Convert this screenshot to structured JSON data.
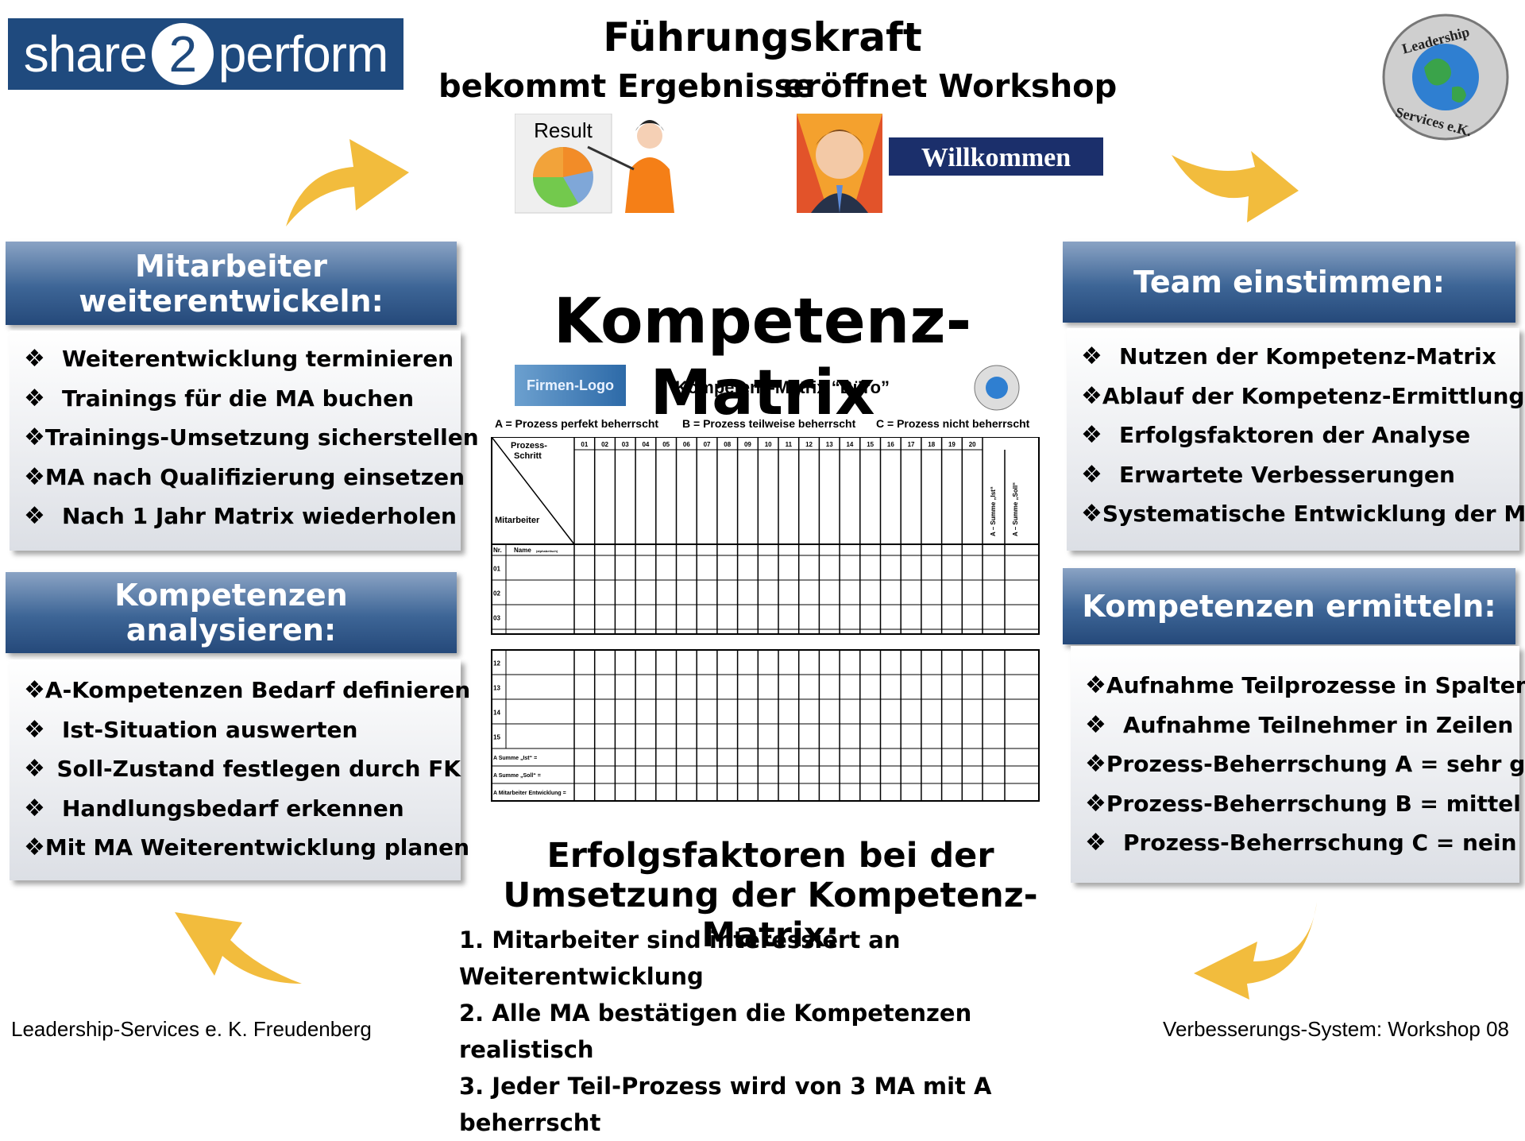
{
  "logo": {
    "left": "share",
    "circle": "2",
    "right": "perform"
  },
  "badge_text": "Leadership Services e.K.",
  "header": {
    "title": "Führungskraft",
    "left_sub": "bekommt Ergebnisse",
    "right_sub": "eröffnet Workshop",
    "result_label": "Result",
    "welcome_label": "Willkommen"
  },
  "boxes": {
    "top_left": {
      "title": "Mitarbeiter weiterentwickeln:",
      "items": [
        "Weiterentwicklung terminieren",
        "Trainings für die MA buchen",
        "Trainings-Umsetzung sicherstellen",
        "MA nach Qualifizierung einsetzen",
        "Nach 1 Jahr Matrix wiederholen"
      ]
    },
    "bottom_left": {
      "title": "Kompetenzen analysieren:",
      "items": [
        "A-Kompetenzen Bedarf definieren",
        "Ist-Situation auswerten",
        "Soll-Zustand festlegen durch FK",
        "Handlungsbedarf erkennen",
        "Mit MA Weiterentwicklung planen"
      ]
    },
    "top_right": {
      "title": "Team einstimmen:",
      "items": [
        "Nutzen der Kompetenz-Matrix",
        "Ablauf der Kompetenz-Ermittlung",
        "Erfolgsfaktoren der Analyse",
        "Erwartete Verbesserungen",
        "Systematische Entwicklung der MA"
      ]
    },
    "bottom_right": {
      "title": "Kompetenzen ermitteln:",
      "items": [
        "Aufnahme Teilprozesse in Spalten",
        "Aufnahme Teilnehmer in Zeilen",
        "Prozess-Beherrschung A = sehr gut",
        "Prozess-Beherrschung B = mittel",
        "Prozess-Beherrschung C = nein"
      ]
    }
  },
  "center_title": "Kompetenz-Matrix",
  "matrix": {
    "logo_label": "Firmen-Logo",
    "title": "Kompetenz-Matrix “Büro”",
    "legend_a": "A = Prozess perfekt beherrscht",
    "legend_b": "B = Prozess teilweise beherrscht",
    "legend_c": "C = Prozess nicht beherrscht",
    "corner_top": "Prozess-Schritt",
    "corner_bottom": "Mitarbeiter",
    "col_nr": "Nr.",
    "col_name": "Name",
    "col_name_small": "(alphabetisch)",
    "sum_ist_col": "A – Summe „Ist“",
    "sum_soll_col": "A – Summe „Soll“",
    "rows_top": [
      "01",
      "02",
      "03"
    ],
    "rows_bottom": [
      "12",
      "13",
      "14",
      "15"
    ],
    "sum_rows": [
      "A Summe „Ist“ =",
      "A Summe „Soll“ =",
      "A Mitarbeiter Entwicklung ="
    ]
  },
  "erfolg": {
    "title": "Erfolgsfaktoren bei der Umsetzung der Kompetenz-Matrix:",
    "items": [
      "1. Mitarbeiter sind interessiert an Weiterentwicklung",
      "2. Alle MA bestätigen die Kompetenzen realistisch",
      "3. Jeder Teil-Prozess wird von 3 MA mit A beherrscht"
    ]
  },
  "footer": {
    "left": "Leadership-Services e. K. Freudenberg",
    "right": "Verbesserungs-System: Workshop 08"
  },
  "colors": {
    "arrow": "#f2bc3d",
    "box_dark": "#25497a",
    "box_light": "#8aa3c4",
    "logo_bg": "#1f4a7e"
  },
  "icons": {
    "bullet": "❖"
  }
}
